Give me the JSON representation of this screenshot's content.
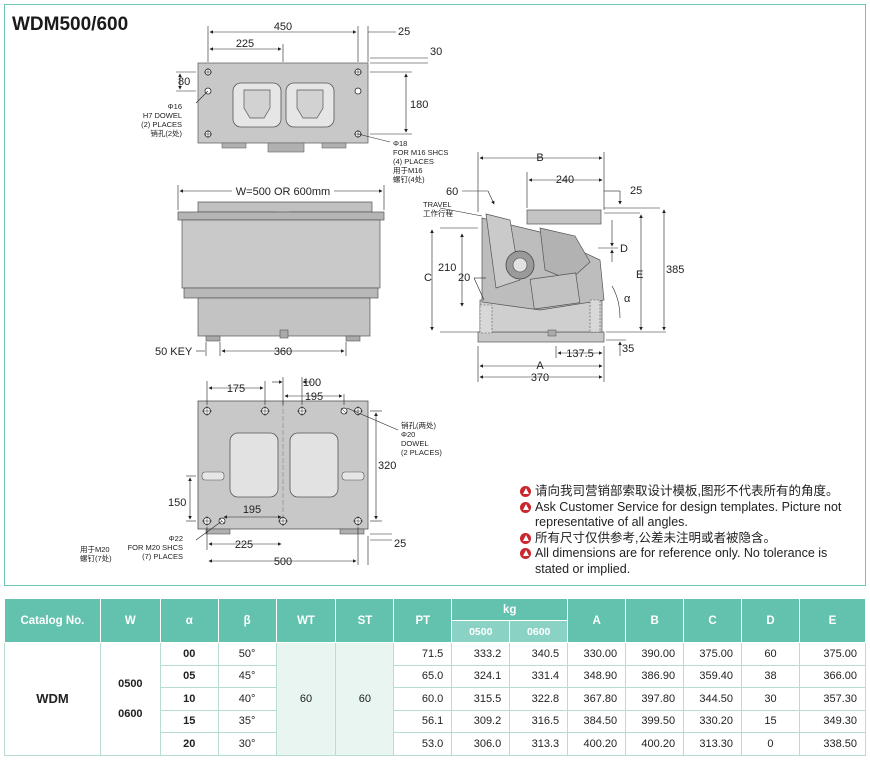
{
  "title": "WDM500/600",
  "top_view": {
    "dims": [
      "450",
      "25",
      "225",
      "30",
      "80",
      "180"
    ],
    "callout_dowel": [
      "Φ16",
      "H7 DOWEL",
      "(2) PLACES",
      "销孔(2处)"
    ],
    "callout_shcs": [
      "Φ18",
      "FOR M16 SHCS",
      "(4) PLACES",
      "用于M16",
      "螺钉(4处)"
    ]
  },
  "front_view": {
    "width_label": "W=500 OR 600mm",
    "key_label": "50 KEY",
    "dim_360": "360"
  },
  "side_view": {
    "dims": [
      "B",
      "240",
      "25",
      "60",
      "D",
      "210",
      "20",
      "C",
      "E",
      "385",
      "α",
      "137.5",
      "35",
      "A",
      "370"
    ],
    "travel_label": [
      "TRAVEL",
      "工作行程"
    ]
  },
  "bottom_view": {
    "dims": [
      "100",
      "175",
      "195",
      "320",
      "150",
      "195",
      "225",
      "25",
      "500"
    ],
    "callout_dowel": [
      "销孔(两处)",
      "Φ20",
      "DOWEL",
      "(2 PLACES)"
    ],
    "callout_shcs": [
      "Φ22",
      "FOR M20 SHCS",
      "(7) PLACES"
    ],
    "callout_shcs_cn": [
      "用于M20",
      "螺钉(7处)"
    ]
  },
  "notes": [
    "请向我司营销部索取设计模板,图形不代表所有的角度。",
    "Ask Customer Service for design templates. Picture not representative of all angles.",
    "所有尺寸仅供参考,公差未注明或者被隐含。",
    "All dimensions are for reference only. No tolerance is stated or implied."
  ],
  "table": {
    "headers": [
      "Catalog No.",
      "W",
      "α",
      "β",
      "WT",
      "ST",
      "PT",
      "kg",
      "A",
      "B",
      "C",
      "D",
      "E"
    ],
    "kg_sub": [
      "0500",
      "0600"
    ],
    "catalog": "WDM",
    "w_values": [
      "0500",
      "0600"
    ],
    "wt": "60",
    "st": "60",
    "rows": [
      {
        "alpha": "00",
        "beta": "50°",
        "pt": "71.5",
        "kg500": "333.2",
        "kg600": "340.5",
        "a": "330.00",
        "b": "390.00",
        "c": "375.00",
        "d": "60",
        "e": "375.00"
      },
      {
        "alpha": "05",
        "beta": "45°",
        "pt": "65.0",
        "kg500": "324.1",
        "kg600": "331.4",
        "a": "348.90",
        "b": "386.90",
        "c": "359.40",
        "d": "38",
        "e": "366.00"
      },
      {
        "alpha": "10",
        "beta": "40°",
        "pt": "60.0",
        "kg500": "315.5",
        "kg600": "322.8",
        "a": "367.80",
        "b": "397.80",
        "c": "344.50",
        "d": "30",
        "e": "357.30"
      },
      {
        "alpha": "15",
        "beta": "35°",
        "pt": "56.1",
        "kg500": "309.2",
        "kg600": "316.5",
        "a": "384.50",
        "b": "399.50",
        "c": "330.20",
        "d": "15",
        "e": "349.30"
      },
      {
        "alpha": "20",
        "beta": "30°",
        "pt": "53.0",
        "kg500": "306.0",
        "kg600": "313.3",
        "a": "400.20",
        "b": "400.20",
        "c": "313.30",
        "d": "0",
        "e": "338.50"
      }
    ]
  },
  "colors": {
    "header": "#62c2ae",
    "subheader": "#8ad2c3",
    "border": "#6ec7b4",
    "warn": "#c9262e"
  }
}
